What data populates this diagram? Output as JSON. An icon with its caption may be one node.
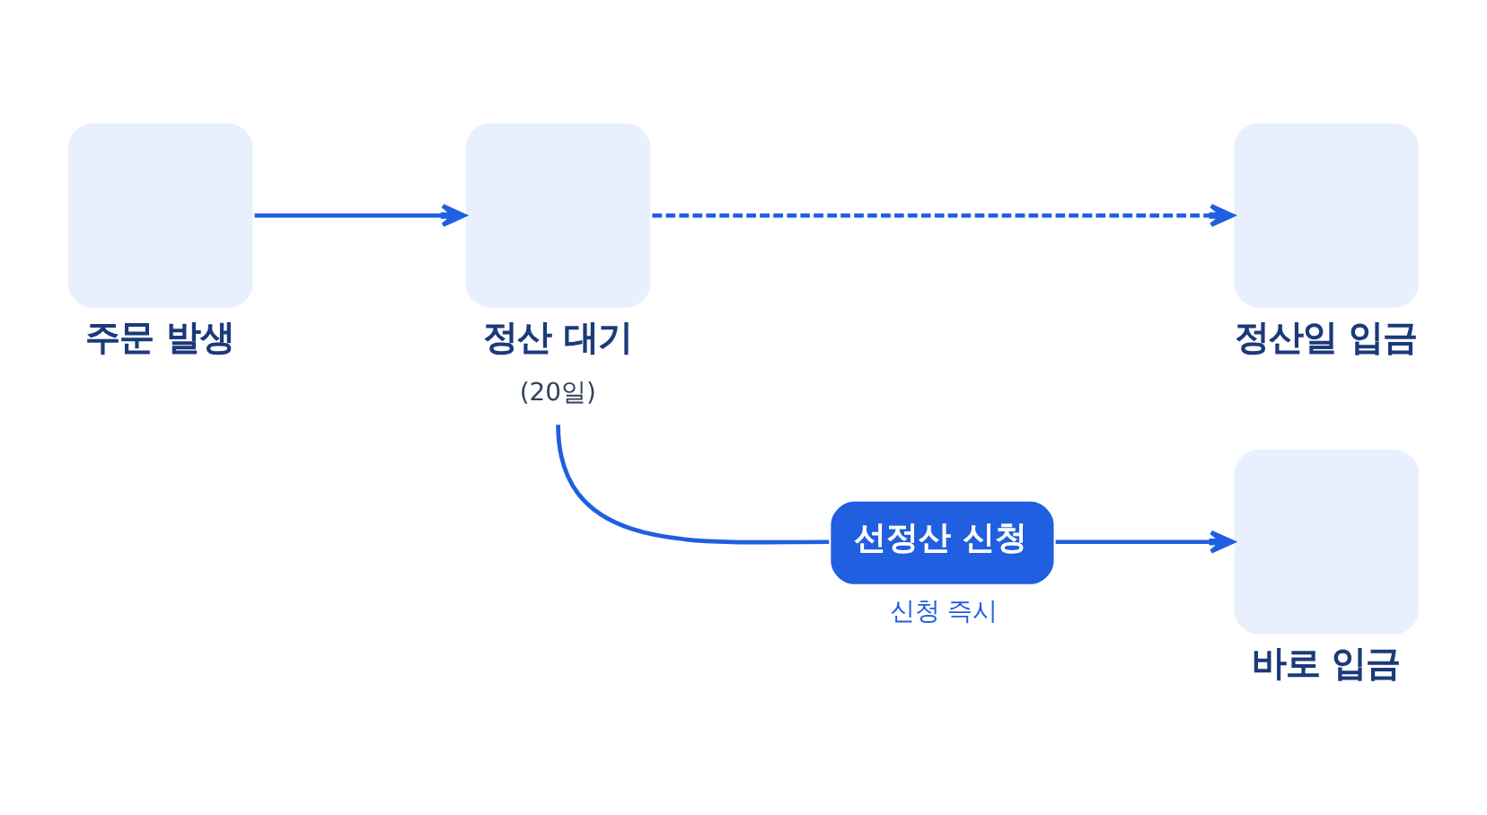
{
  "diagram": {
    "nodes": [
      {
        "text": [
          "주문 발생"
        ]
      },
      {
        "text": [
          "정산 대기",
          "(20일)"
        ]
      },
      {
        "text": [
          "정산일 입금"
        ]
      },
      {
        "text": [
          "선정산 신청"
        ],
        "beside": [
          "신청 즉시"
        ]
      },
      {
        "text": [
          "바로 입금"
        ]
      }
    ],
    "edges": [
      {
        "from": 0,
        "to": 1,
        "arrow": "to"
      },
      {
        "from": 1,
        "to": 2,
        "arrow": "to",
        "style": "dashed"
      },
      {
        "from": 1,
        "to": 3,
        "arrow": "none"
      },
      {
        "from": 3,
        "to": 4,
        "arrow": "to"
      }
    ]
  }
}
